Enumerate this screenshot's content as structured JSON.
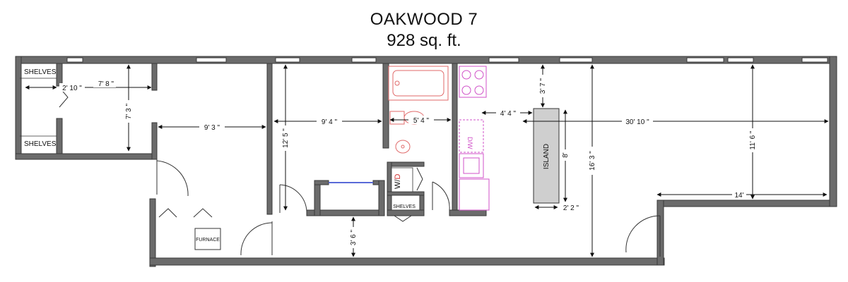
{
  "plan": {
    "title": "OAKWOOD 7",
    "area": "928 sq. ft."
  },
  "labels": {
    "shelves_top": "SHELVES",
    "shelves_bottom": "SHELVES",
    "shelves_laundry": "SHELVES",
    "furnace": "FURNACE",
    "wd_w": "W/",
    "wd_d": "D",
    "dw": "D/W",
    "island": "ISLAND"
  },
  "dimensions": {
    "d_2_10": "2' 10 \"",
    "d_7_8": "7' 8 \"",
    "d_7_3": "7' 3 \"",
    "d_9_3": "9' 3 \"",
    "d_12_5": "12' 5 \"",
    "d_9_4": "9' 4 \"",
    "d_5_4": "5' 4 \"",
    "d_4_4": "4' 4 \"",
    "d_3_7": "3' 7 \"",
    "d_30_10": "30' 10 \"",
    "d_11_6": "11' 6 \"",
    "d_8": "8'",
    "d_16_3": "16' 3 \"",
    "d_2_2": "2' 2 \"",
    "d_14": "14'",
    "d_3_6": "3' 6 \""
  },
  "colors": {
    "wall": "#6b6b6b",
    "wall_edge": "#3a3a3a",
    "fixture_red": "#e06a6a",
    "fixture_pink": "#d050c8",
    "island_fill": "#cfcfcf"
  }
}
